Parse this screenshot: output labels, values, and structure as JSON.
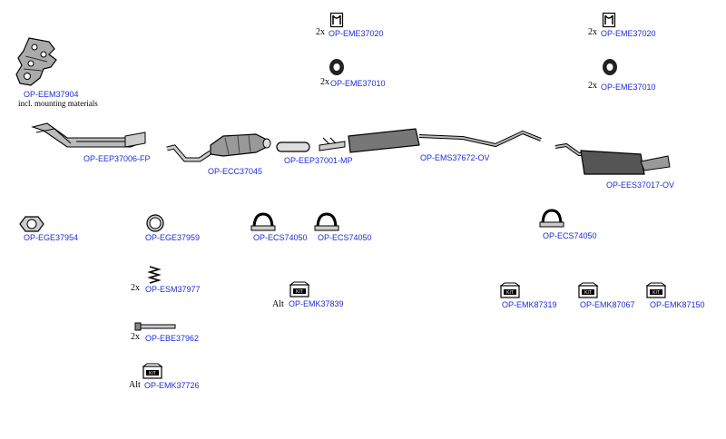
{
  "colors": {
    "code": "#1e2bd6",
    "ink": "#000000",
    "fill": "#9a9a9a"
  },
  "parts": {
    "manifold": {
      "code": "OP-EEM37904",
      "note": "incl. mounting materials",
      "icon": "exhaust-manifold-icon"
    },
    "front_pipe": {
      "code": "OP-EEP37006-FP",
      "icon": "front-pipe-icon"
    },
    "catalytic": {
      "code": "OP-ECC37045",
      "icon": "catalytic-converter-icon"
    },
    "mid_pipe": {
      "code": "OP-EEP37001-MP",
      "icon": "intermediate-pipe-icon"
    },
    "mid_silencer": {
      "code": "OP-EMS37672-OV",
      "icon": "middle-silencer-icon"
    },
    "end_silencer": {
      "code": "OP-EES37017-OV",
      "icon": "end-silencer-icon"
    },
    "hanger_left_top": {
      "qty": "2x",
      "code": "OP-EME37020",
      "icon": "rubber-hanger-icon"
    },
    "hanger_left_ring": {
      "qty": "2x",
      "code": "OP-EME37010",
      "icon": "rubber-ring-icon"
    },
    "hanger_right_top": {
      "qty": "2x",
      "code": "OP-EME37020",
      "icon": "rubber-hanger-icon"
    },
    "hanger_right_ring": {
      "qty": "2x",
      "code": "OP-EME37010",
      "icon": "rubber-ring-icon"
    },
    "gasket_1": {
      "code": "OP-EGE37954",
      "icon": "gasket-icon"
    },
    "gasket_2": {
      "code": "OP-EGE37959",
      "icon": "ring-gasket-icon"
    },
    "clamp_1": {
      "code": "OP-ECS74050",
      "icon": "clamp-icon"
    },
    "clamp_2": {
      "code": "OP-ECS74050",
      "icon": "clamp-icon"
    },
    "clamp_3": {
      "code": "OP-ECS74050",
      "icon": "clamp-icon"
    },
    "spring": {
      "qty": "2x",
      "code": "OP-ESM37977",
      "icon": "spring-icon"
    },
    "bolt": {
      "qty": "2x",
      "code": "OP-EBE37962",
      "icon": "bolt-icon"
    },
    "kit_alt_1": {
      "qty": "Alt",
      "code": "OP-EMK37726",
      "icon": "kit-box-icon",
      "badge": "KIT"
    },
    "kit_alt_2": {
      "qty": "Alt",
      "code": "OP-EMK37839",
      "icon": "kit-box-icon",
      "badge": "KIT"
    },
    "kit_1": {
      "code": "OP-EMK87319",
      "icon": "kit-box-icon",
      "badge": "KIT"
    },
    "kit_2": {
      "code": "OP-EMK87067",
      "icon": "kit-box-icon",
      "badge": "KIT"
    },
    "kit_3": {
      "code": "OP-EMK87150",
      "icon": "kit-box-icon",
      "badge": "KIT"
    }
  }
}
